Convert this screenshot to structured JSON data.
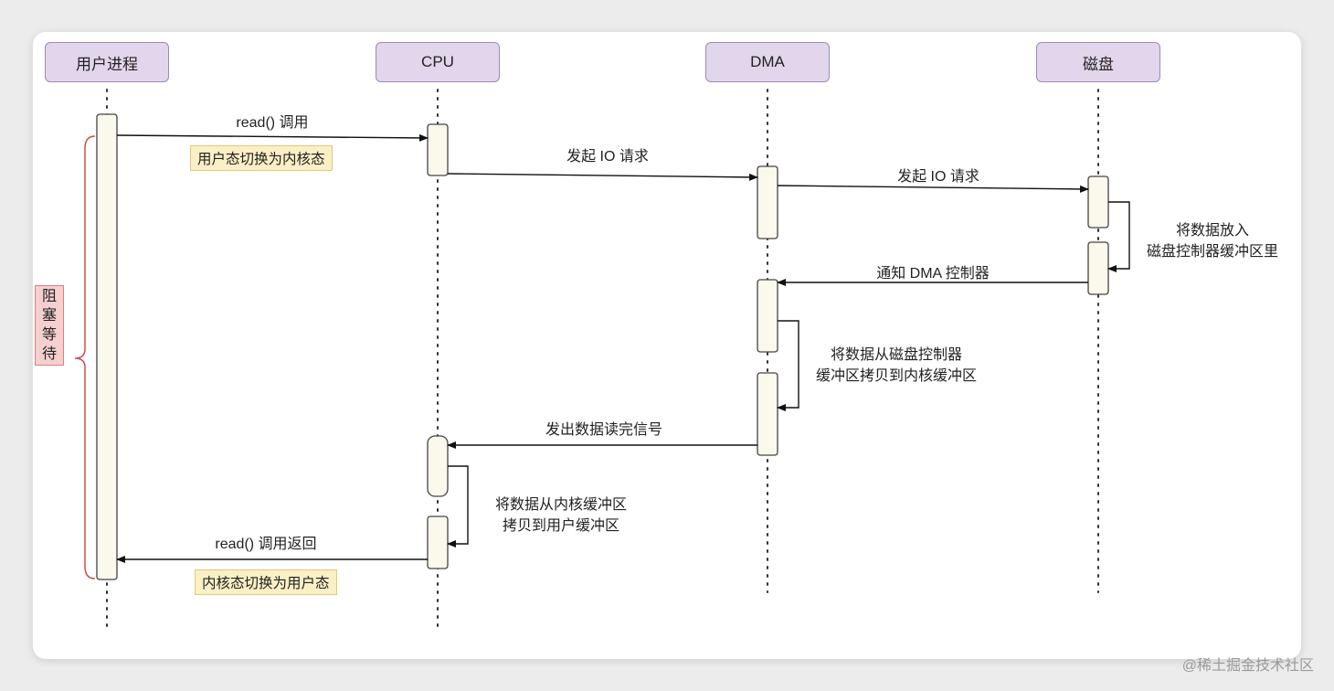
{
  "participants": [
    "用户进程",
    "CPU",
    "DMA",
    "磁盘"
  ],
  "messages": {
    "read_call": "read() 调用",
    "user_to_kernel": "用户态切换为内核态",
    "cpu_io_request": "发起 IO 请求",
    "dma_io_request": "发起 IO 请求",
    "disk_buffer": [
      "将数据放入",
      "磁盘控制器缓冲区里"
    ],
    "notify_dma": "通知 DMA 控制器",
    "copy_to_kernel": [
      "将数据从磁盘控制器",
      "缓冲区拷贝到内核缓冲区"
    ],
    "read_complete": "发出数据读完信号",
    "copy_to_user": [
      "将数据从内核缓冲区",
      "拷贝到用户缓冲区"
    ],
    "read_return": "read() 调用返回",
    "kernel_to_user": "内核态切换为用户态"
  },
  "blocking_label": [
    "阻",
    "塞",
    "等",
    "待"
  ],
  "watermark": "@稀土掘金技术社区"
}
